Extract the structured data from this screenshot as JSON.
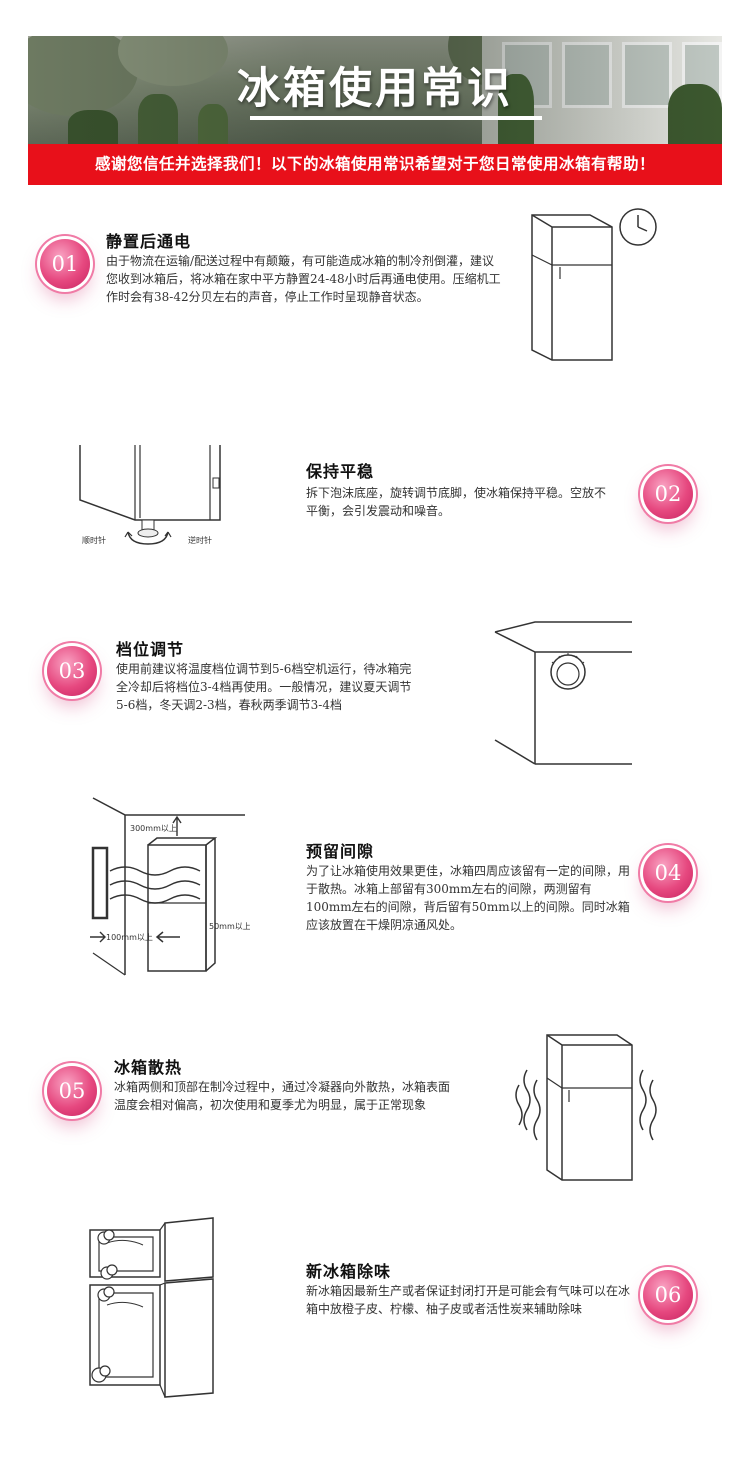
{
  "header": {
    "title": "冰箱使用常识",
    "banner": "感谢您信任并选择我们！以下的冰箱使用常识希望对于您日常使用冰箱有帮助！"
  },
  "colors": {
    "accent_red": "#e8101a",
    "badge_pink": "#e6487f"
  },
  "sections": [
    {
      "number": "01",
      "title": "静置后通电",
      "body": "由于物流在运输/配送过程中有颠簸，有可能造成冰箱的制冷剂倒灌，建议您收到冰箱后，将冰箱在家中平方静置24-48小时后再通电使用。压缩机工作时会有38-42分贝左右的声音，停止工作时呈现静音状态。",
      "icon": "fridge-clock-icon"
    },
    {
      "number": "02",
      "title": "保持平稳",
      "body": "拆下泡沫底座，旋转调节底脚，使冰箱保持平稳。空放不平衡，会引发震动和噪音。",
      "icon": "fridge-foot-icon",
      "labels": {
        "left": "顺时针",
        "right": "逆时针"
      }
    },
    {
      "number": "03",
      "title": "档位调节",
      "body": "使用前建议将温度档位调节到5-6档空机运行，待冰箱完全冷却后将档位3-4档再使用。一般情况，建议夏天调节5-6档，冬天调2-3档，春秋两季调节3-4档",
      "icon": "thermostat-dial-icon"
    },
    {
      "number": "04",
      "title": "预留间隙",
      "body": "为了让冰箱使用效果更佳，冰箱四周应该留有一定的间隙，用于散热。冰箱上部留有300mm左右的间隙，两测留有100mm左右的间隙，背后留有50mm以上的间隙。同时冰箱应该放置在干燥阴凉通风处。",
      "icon": "fridge-clearance-icon",
      "labels": {
        "top": "300mm以上",
        "side": "100mm以上",
        "back": "50mm以上"
      }
    },
    {
      "number": "05",
      "title": "冰箱散热",
      "body": "冰箱两侧和顶部在制冷过程中，通过冷凝器向外散热，冰箱表面温度会相对偏高，初次使用和夏季尤为明显，属于正常现象",
      "icon": "fridge-heat-icon"
    },
    {
      "number": "06",
      "title": "新冰箱除味",
      "body": "新冰箱因最新生产或者保证封闭打开是可能会有气味可以在冰箱中放橙子皮、柠檬、柚子皮或者活性炭来辅助除味",
      "icon": "fridge-open-deodorize-icon"
    }
  ]
}
